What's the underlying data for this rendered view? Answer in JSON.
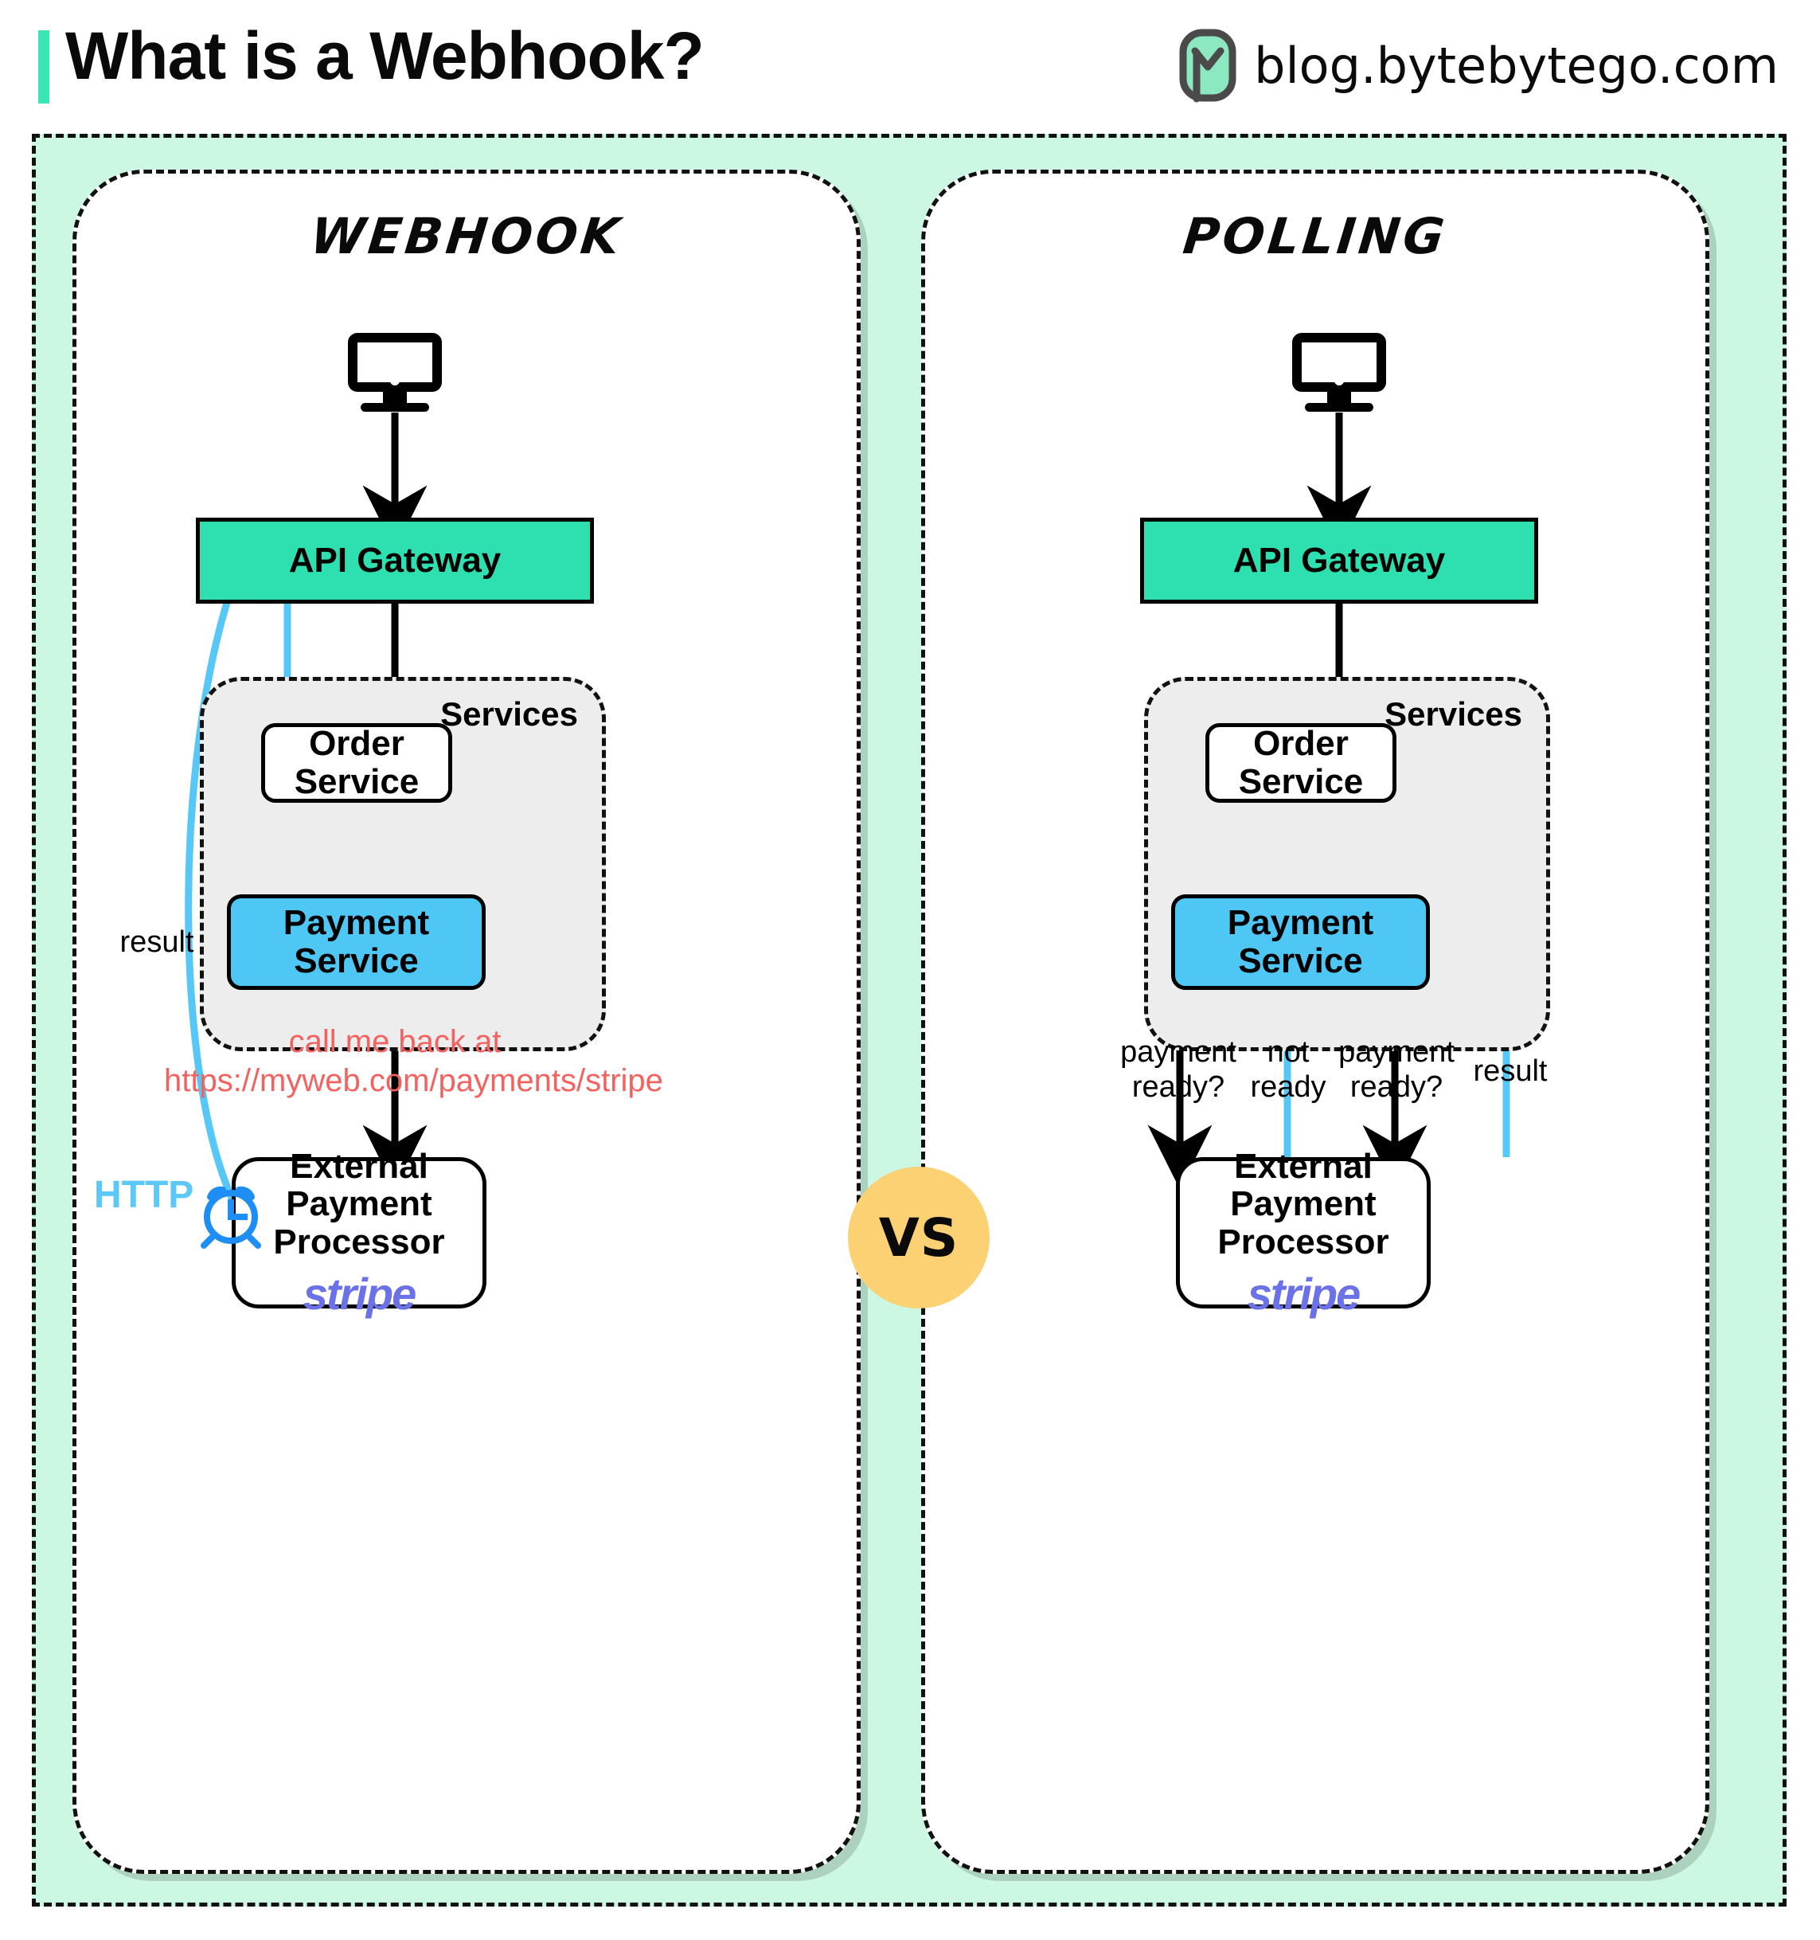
{
  "header": {
    "title": "What is a Webhook?",
    "brand_text": "blog.bytebytego.com",
    "logo_icon": "bytebytego-logo-icon",
    "accent_color": "#3BE6B5"
  },
  "colors": {
    "canvas_bg": "#CCF7E2",
    "gateway": "#2EE0AF",
    "payment_service": "#4FC7F5",
    "services_group": "#EDEDED",
    "note_red": "#F4625F",
    "arrow_blue": "#56C7F7",
    "http_blue": "#5BC8F7",
    "clock_blue": "#1E8EF5",
    "stripe_purple": "#6B72E8",
    "vs_yellow": "#FBD173"
  },
  "comparison": {
    "vs_label": "VS"
  },
  "panels": [
    {
      "id": "webhook",
      "title": "Webhook",
      "client_icon": "desktop-monitor-icon",
      "gateway_label": "API Gateway",
      "services_label": "Services",
      "order_service_label_1": "Order",
      "order_service_label_2": "Service",
      "payment_service_label": "Payment Service",
      "external_label_1": "External",
      "external_label_2": "Payment Processor",
      "stripe_label": "stripe",
      "callback_note_line1": "call me back at",
      "callback_note_line2": "https://myweb.com/payments/stripe",
      "result_label": "result",
      "http_label": "HTTP",
      "clock_icon": "alarm-clock-icon"
    },
    {
      "id": "polling",
      "title": "Polling",
      "client_icon": "desktop-monitor-icon",
      "gateway_label": "API Gateway",
      "services_label": "Services",
      "order_service_label_1": "Order",
      "order_service_label_2": "Service",
      "payment_service_label": "Payment Service",
      "external_label_1": "External",
      "external_label_2": "Payment Processor",
      "stripe_label": "stripe",
      "poll_labels": [
        {
          "line1": "payment",
          "line2": "ready?",
          "direction": "down",
          "color": "black"
        },
        {
          "line1": "not",
          "line2": "ready",
          "direction": "up",
          "color": "blue"
        },
        {
          "line1": "payment",
          "line2": "ready?",
          "direction": "down",
          "color": "black"
        },
        {
          "line1": "result",
          "line2": "",
          "direction": "up",
          "color": "blue"
        }
      ]
    }
  ]
}
